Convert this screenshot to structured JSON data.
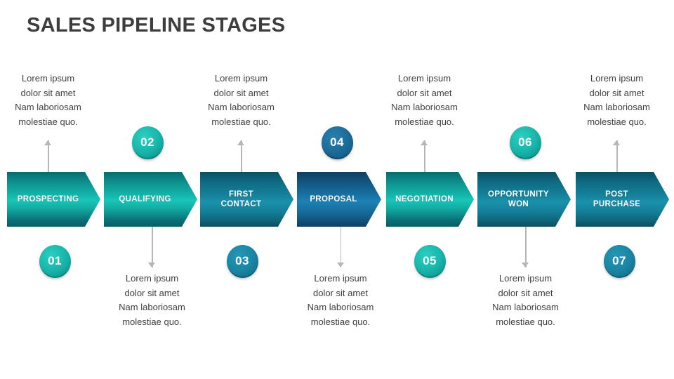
{
  "title": "SALES PIPELINE STAGES",
  "theme": {
    "background": "#ffffff",
    "title_color": "#3d3d3d",
    "body_text_color": "#3f3f3f",
    "connector_color": "#b6b6b6",
    "accent_teal": "#18c6b8",
    "accent_teal_blue": "#1a92ac",
    "accent_blue": "#1d82b4"
  },
  "stages": [
    {
      "number": "01",
      "label": "PROSPECTING",
      "label_lines": [
        "PROSPECTING"
      ],
      "chevron_color": "teal",
      "badge_color": "c-teal",
      "badge_position": "below",
      "description": "Lorem ipsum dolor sit amet Nam laboriosam molestiae quo.",
      "description_lines": [
        "Lorem ipsum",
        "dolor sit amet",
        "Nam laboriosam",
        "molestiae quo."
      ],
      "description_position": "above"
    },
    {
      "number": "02",
      "label": "QUALIFYING",
      "label_lines": [
        "QUALIFYING"
      ],
      "chevron_color": "teal",
      "badge_color": "c-teal",
      "badge_position": "above",
      "description": "Lorem ipsum dolor sit amet Nam laboriosam molestiae quo.",
      "description_lines": [
        "Lorem ipsum",
        "dolor sit amet",
        "Nam laboriosam",
        "molestiae quo."
      ],
      "description_position": "below"
    },
    {
      "number": "03",
      "label": "FIRST CONTACT",
      "label_lines": [
        "FIRST",
        "CONTACT"
      ],
      "chevron_color": "tealblue",
      "badge_color": "c-tealblue",
      "badge_position": "below",
      "description": "Lorem ipsum dolor sit amet Nam laboriosam molestiae quo.",
      "description_lines": [
        "Lorem ipsum",
        "dolor sit amet",
        "Nam laboriosam",
        "molestiae quo."
      ],
      "description_position": "above"
    },
    {
      "number": "04",
      "label": "PROPOSAL",
      "label_lines": [
        "PROPOSAL"
      ],
      "chevron_color": "blue",
      "badge_color": "c-blue",
      "badge_position": "above",
      "description": "Lorem ipsum dolor sit amet Nam laboriosam molestiae quo.",
      "description_lines": [
        "Lorem ipsum",
        "dolor sit amet",
        "Nam laboriosam",
        "molestiae quo."
      ],
      "description_position": "below"
    },
    {
      "number": "05",
      "label": "NEGOTIATION",
      "label_lines": [
        "NEGOTIATION"
      ],
      "chevron_color": "teal",
      "badge_color": "c-teal",
      "badge_position": "below",
      "description": "Lorem ipsum dolor sit amet Nam laboriosam molestiae quo.",
      "description_lines": [
        "Lorem ipsum",
        "dolor sit amet",
        "Nam laboriosam",
        "molestiae quo."
      ],
      "description_position": "above"
    },
    {
      "number": "06",
      "label": "OPPORTUNITY WON",
      "label_lines": [
        "OPPORTUNITY",
        "WON"
      ],
      "chevron_color": "tealblue",
      "badge_color": "c-teal",
      "badge_position": "above",
      "description": "Lorem ipsum dolor sit amet Nam laboriosam molestiae quo.",
      "description_lines": [
        "Lorem ipsum",
        "dolor sit amet",
        "Nam laboriosam",
        "molestiae quo."
      ],
      "description_position": "below"
    },
    {
      "number": "07",
      "label": "POST PURCHASE",
      "label_lines": [
        "POST",
        "PURCHASE"
      ],
      "chevron_color": "tealblue",
      "badge_color": "c-tealblue",
      "badge_position": "below",
      "description": "Lorem ipsum dolor sit amet Nam laboriosam molestiae quo.",
      "description_lines": [
        "Lorem ipsum",
        "dolor sit amet",
        "Nam laboriosam",
        "molestiae quo."
      ],
      "description_position": "above"
    }
  ]
}
